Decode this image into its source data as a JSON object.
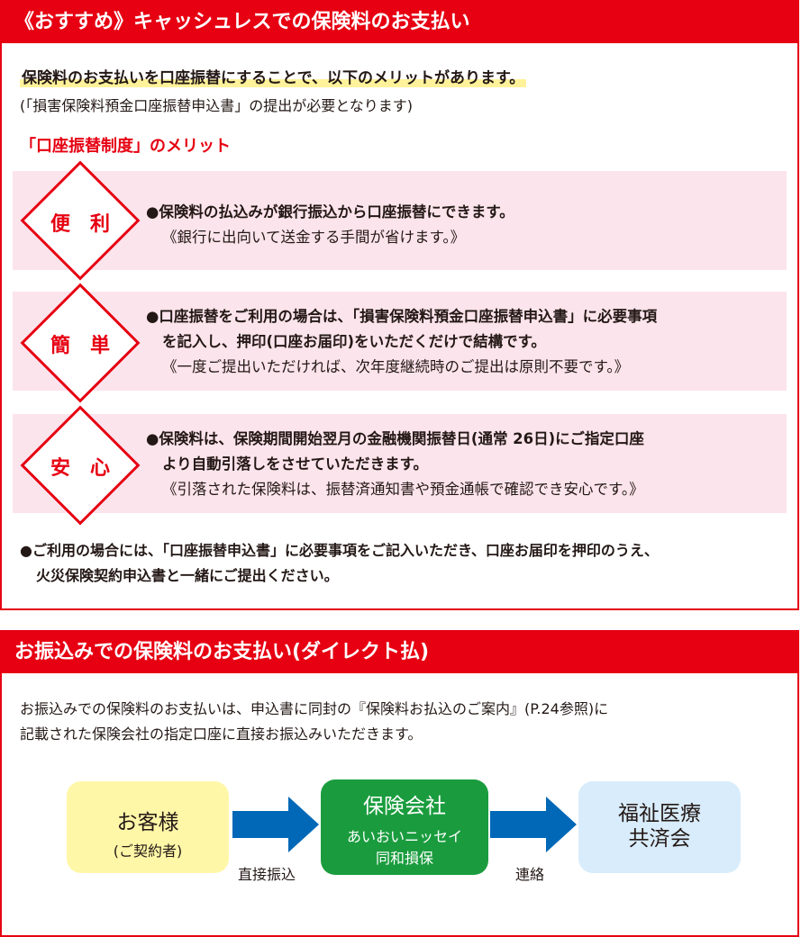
{
  "section1": {
    "header": "《おすすめ》キャッシュレスでの保険料のお支払い",
    "intro_line1": "保険料のお支払いを口座振替にすることで、以下のメリットがあります。",
    "intro_line2": "(「損害保険料預金口座振替申込書」の提出が必要となります)",
    "merit_title": "「口座振替制度」のメリット",
    "merits": [
      {
        "label": "便利",
        "line1": "●保険料の払込みが銀行振込から口座振替にできます。",
        "line2": "《銀行に出向いて送金する手間が省けます。》"
      },
      {
        "label": "簡単",
        "line1": "●口座振替をご利用の場合は、「損害保険料預金口座振替申込書」に必要事項",
        "line1b": "を記入し、押印(口座お届印)をいただくだけで結構です。",
        "line2": "《一度ご提出いただければ、次年度継続時のご提出は原則不要です。》"
      },
      {
        "label": "安心",
        "line1": "●保険料は、保険期間開始翌月の金融機関振替日(通常 26日)にご指定口座",
        "line1b": "より自動引落しをさせていただきます。",
        "line2": "《引落された保険料は、振替済通知書や預金通帳で確認でき安心です。》"
      }
    ],
    "note_line1": "●ご利用の場合には、「口座振替申込書」に必要事項をご記入いただき、口座お届印を押印のうえ、",
    "note_line2": "火災保険契約申込書と一緒にご提出ください。"
  },
  "section2": {
    "header": "お振込みでの保険料のお支払い(ダイレクト払)",
    "text_line1": "お振込みでの保険料のお支払いは、申込書に同封の『保険料お払込のご案内』(P.24参照)に",
    "text_line2": "記載された保険会社の指定口座に直接お振込みいただきます。",
    "flow": {
      "customer": "お客様",
      "customer_sub": "(ご契約者)",
      "arrow1_label": "直接振込",
      "company": "保険会社",
      "company_sub1": "あいおいニッセイ",
      "company_sub2": "同和損保",
      "arrow2_label": "連絡",
      "mutual_line1": "福祉医療",
      "mutual_line2": "共済会"
    }
  },
  "colors": {
    "accent_red": "#e60012",
    "band_pink": "#fce4ec",
    "highlight_yellow": "#fff29a",
    "arrow_blue": "#0068b7",
    "company_green": "#1a9c3e",
    "customer_yellow": "#fff7a8",
    "mutual_blue": "#d8ecfb"
  }
}
